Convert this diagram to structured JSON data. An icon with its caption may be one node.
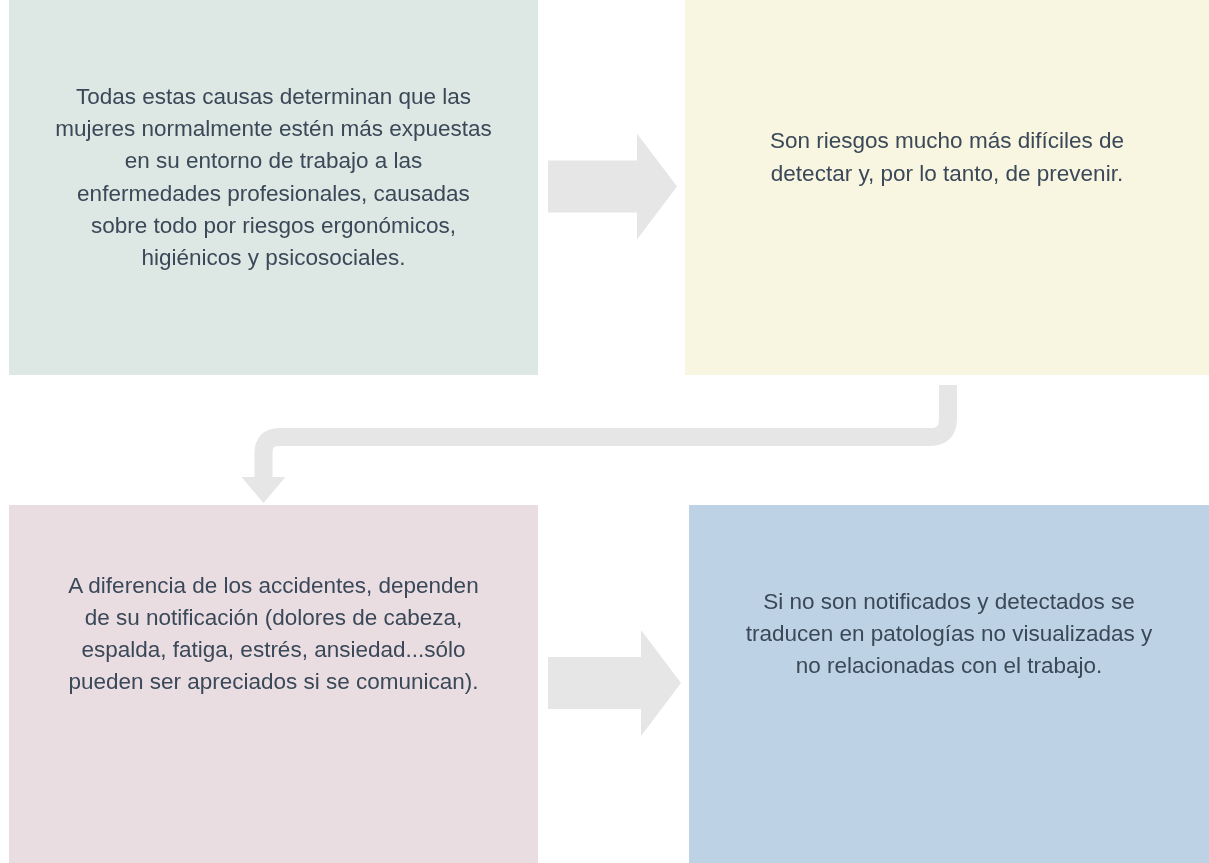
{
  "diagram": {
    "nodes": [
      {
        "text": [
          "Todas estas causas determinan que las mujeres normalmente estén más expuestas en su entorno de trabajo a las enfermedades profesionales, causadas sobre todo por riesgos ergonómicos, higiénicos y psicosociales."
        ]
      },
      {
        "text": [
          "Son riesgos mucho más difíciles de detectar y, por lo tanto, de prevenir."
        ]
      },
      {
        "text": [
          "A diferencia de los accidentes, dependen de su notificación (dolores de cabeza, espalda, fatiga, estrés, ansiedad...sólo pueden ser apreciados si se comunican)."
        ]
      },
      {
        "text": [
          "Si no son notificados y detectados se traducen en patologías no visualizadas y no relacionadas con el trabajo."
        ]
      }
    ],
    "edges": [
      {
        "from": 0,
        "to": 1,
        "arrow": "to"
      },
      {
        "from": 1,
        "to": 2,
        "arrow": "to"
      },
      {
        "from": 2,
        "to": 3,
        "arrow": "to"
      }
    ]
  }
}
